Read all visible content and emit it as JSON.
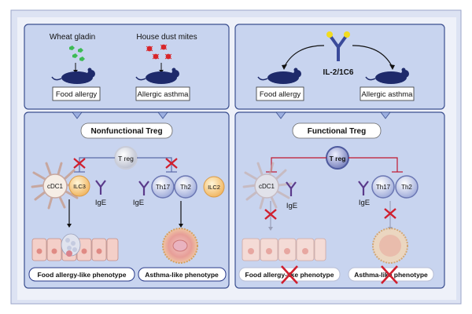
{
  "left": {
    "allergen_1": "Wheat gladin",
    "allergen_2": "House dust mites",
    "box_food": "Food allergy",
    "box_asthma": "Allergic asthma",
    "treg_title": "Nonfunctional Treg",
    "treg_cell": "T reg",
    "cells": {
      "cdc1": "cDC1",
      "ilc3": "ILC3",
      "th17": "Th17",
      "th2": "Th2",
      "ilc2": "ILC2"
    },
    "ige_1": "IgE",
    "ige_2": "IgE",
    "phenotype_1": "Food allergy-like phenotype",
    "phenotype_2": "Asthma-like phenotype"
  },
  "right": {
    "antibody": "IL-2/1C6",
    "box_food": "Food allergy",
    "box_asthma": "Allergic asthma",
    "treg_title": "Functional Treg",
    "treg_cell": "T reg",
    "cells": {
      "cdc1": "cDC1",
      "th17": "Th17",
      "th2": "Th2"
    },
    "ige_1": "IgE",
    "ige_2": "IgE",
    "phenotype_1": "Food allergy-like phenotype",
    "phenotype_2": "Asthma-like phenotype"
  },
  "colors": {
    "panel_bg": "#c8d4ef",
    "panel_border": "#3b4f8f",
    "frame": "#dde3f3",
    "mouse": "#1e2a6b",
    "inhibit_left": "#5a6aa8",
    "inhibit_right": "#c0182f",
    "cross": "#d01f2e",
    "allergen_wheat": "#3dbb55",
    "allergen_mites": "#d8262a",
    "antibody": "#3a4a9a",
    "antibody_tip": "#f2dc1e"
  }
}
